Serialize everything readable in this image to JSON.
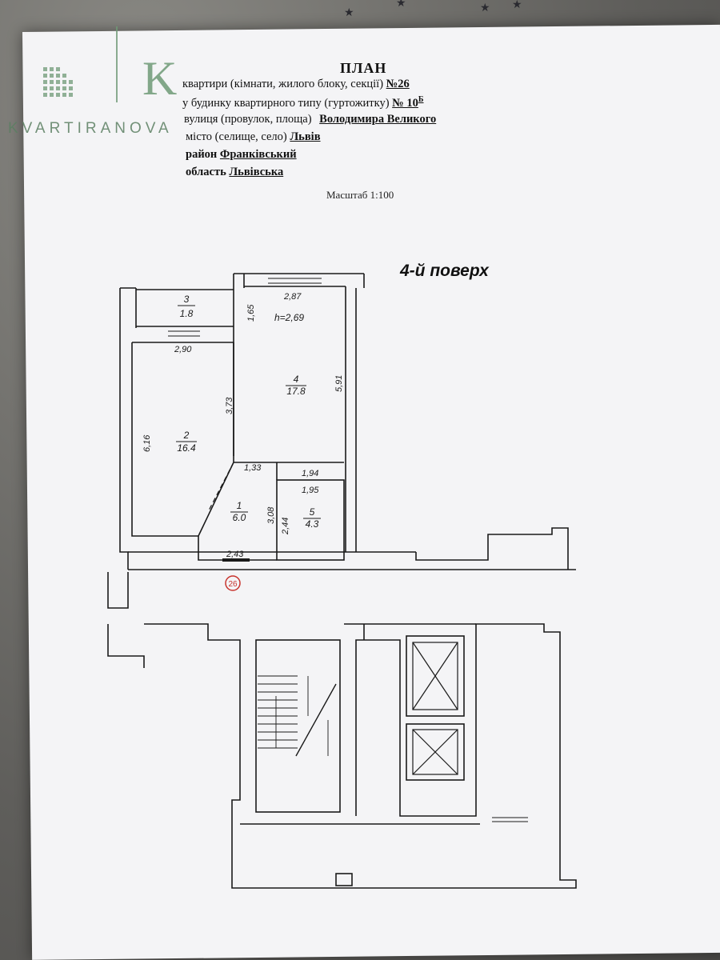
{
  "watermark": {
    "logo_letter": "K",
    "brand": "KVARTIRANOVA"
  },
  "header": {
    "title": "ПЛАН",
    "line1_label": "квартири  (кімнати, жилого блоку, секції)",
    "line1_value": "№26",
    "line2_label": "у  будинку квартирного типу (гуртожитку)",
    "line2_value": "№ 10",
    "line2_sup": "Б",
    "line3_label": "вулиця (провулок, площа)",
    "line3_value": "Володимира Великого",
    "line4_label": "місто (селище, село)",
    "line4_value": "Львів",
    "line5_label": "район",
    "line5_value": "Франківський",
    "line6_label": "область",
    "line6_value": "Львівська",
    "scale": "Масштаб 1:100"
  },
  "floor_label": "4-й  поверх",
  "rooms": [
    {
      "number": "3",
      "area": "1.8"
    },
    {
      "number": "2",
      "area": "16.4"
    },
    {
      "number": "4",
      "area": "17.8"
    },
    {
      "number": "1",
      "area": "6.0"
    },
    {
      "number": "5",
      "area": "4.3"
    }
  ],
  "dimensions": {
    "d287": "2,87",
    "h": "h=2,69",
    "d165": "1,65",
    "d290": "2,90",
    "d591": "5,91",
    "d373": "3,73",
    "d616": "6,16",
    "d133": "1,33",
    "d194": "1,94",
    "d195": "1,95",
    "d308": "3,08",
    "d244": "2,44",
    "d243": "2,43"
  },
  "apartment_marker": "26",
  "colors": {
    "ink": "#1a1a1a",
    "marker": "#c8342e",
    "watermark": "#5b7f62",
    "paper": "#f4f4f6"
  }
}
